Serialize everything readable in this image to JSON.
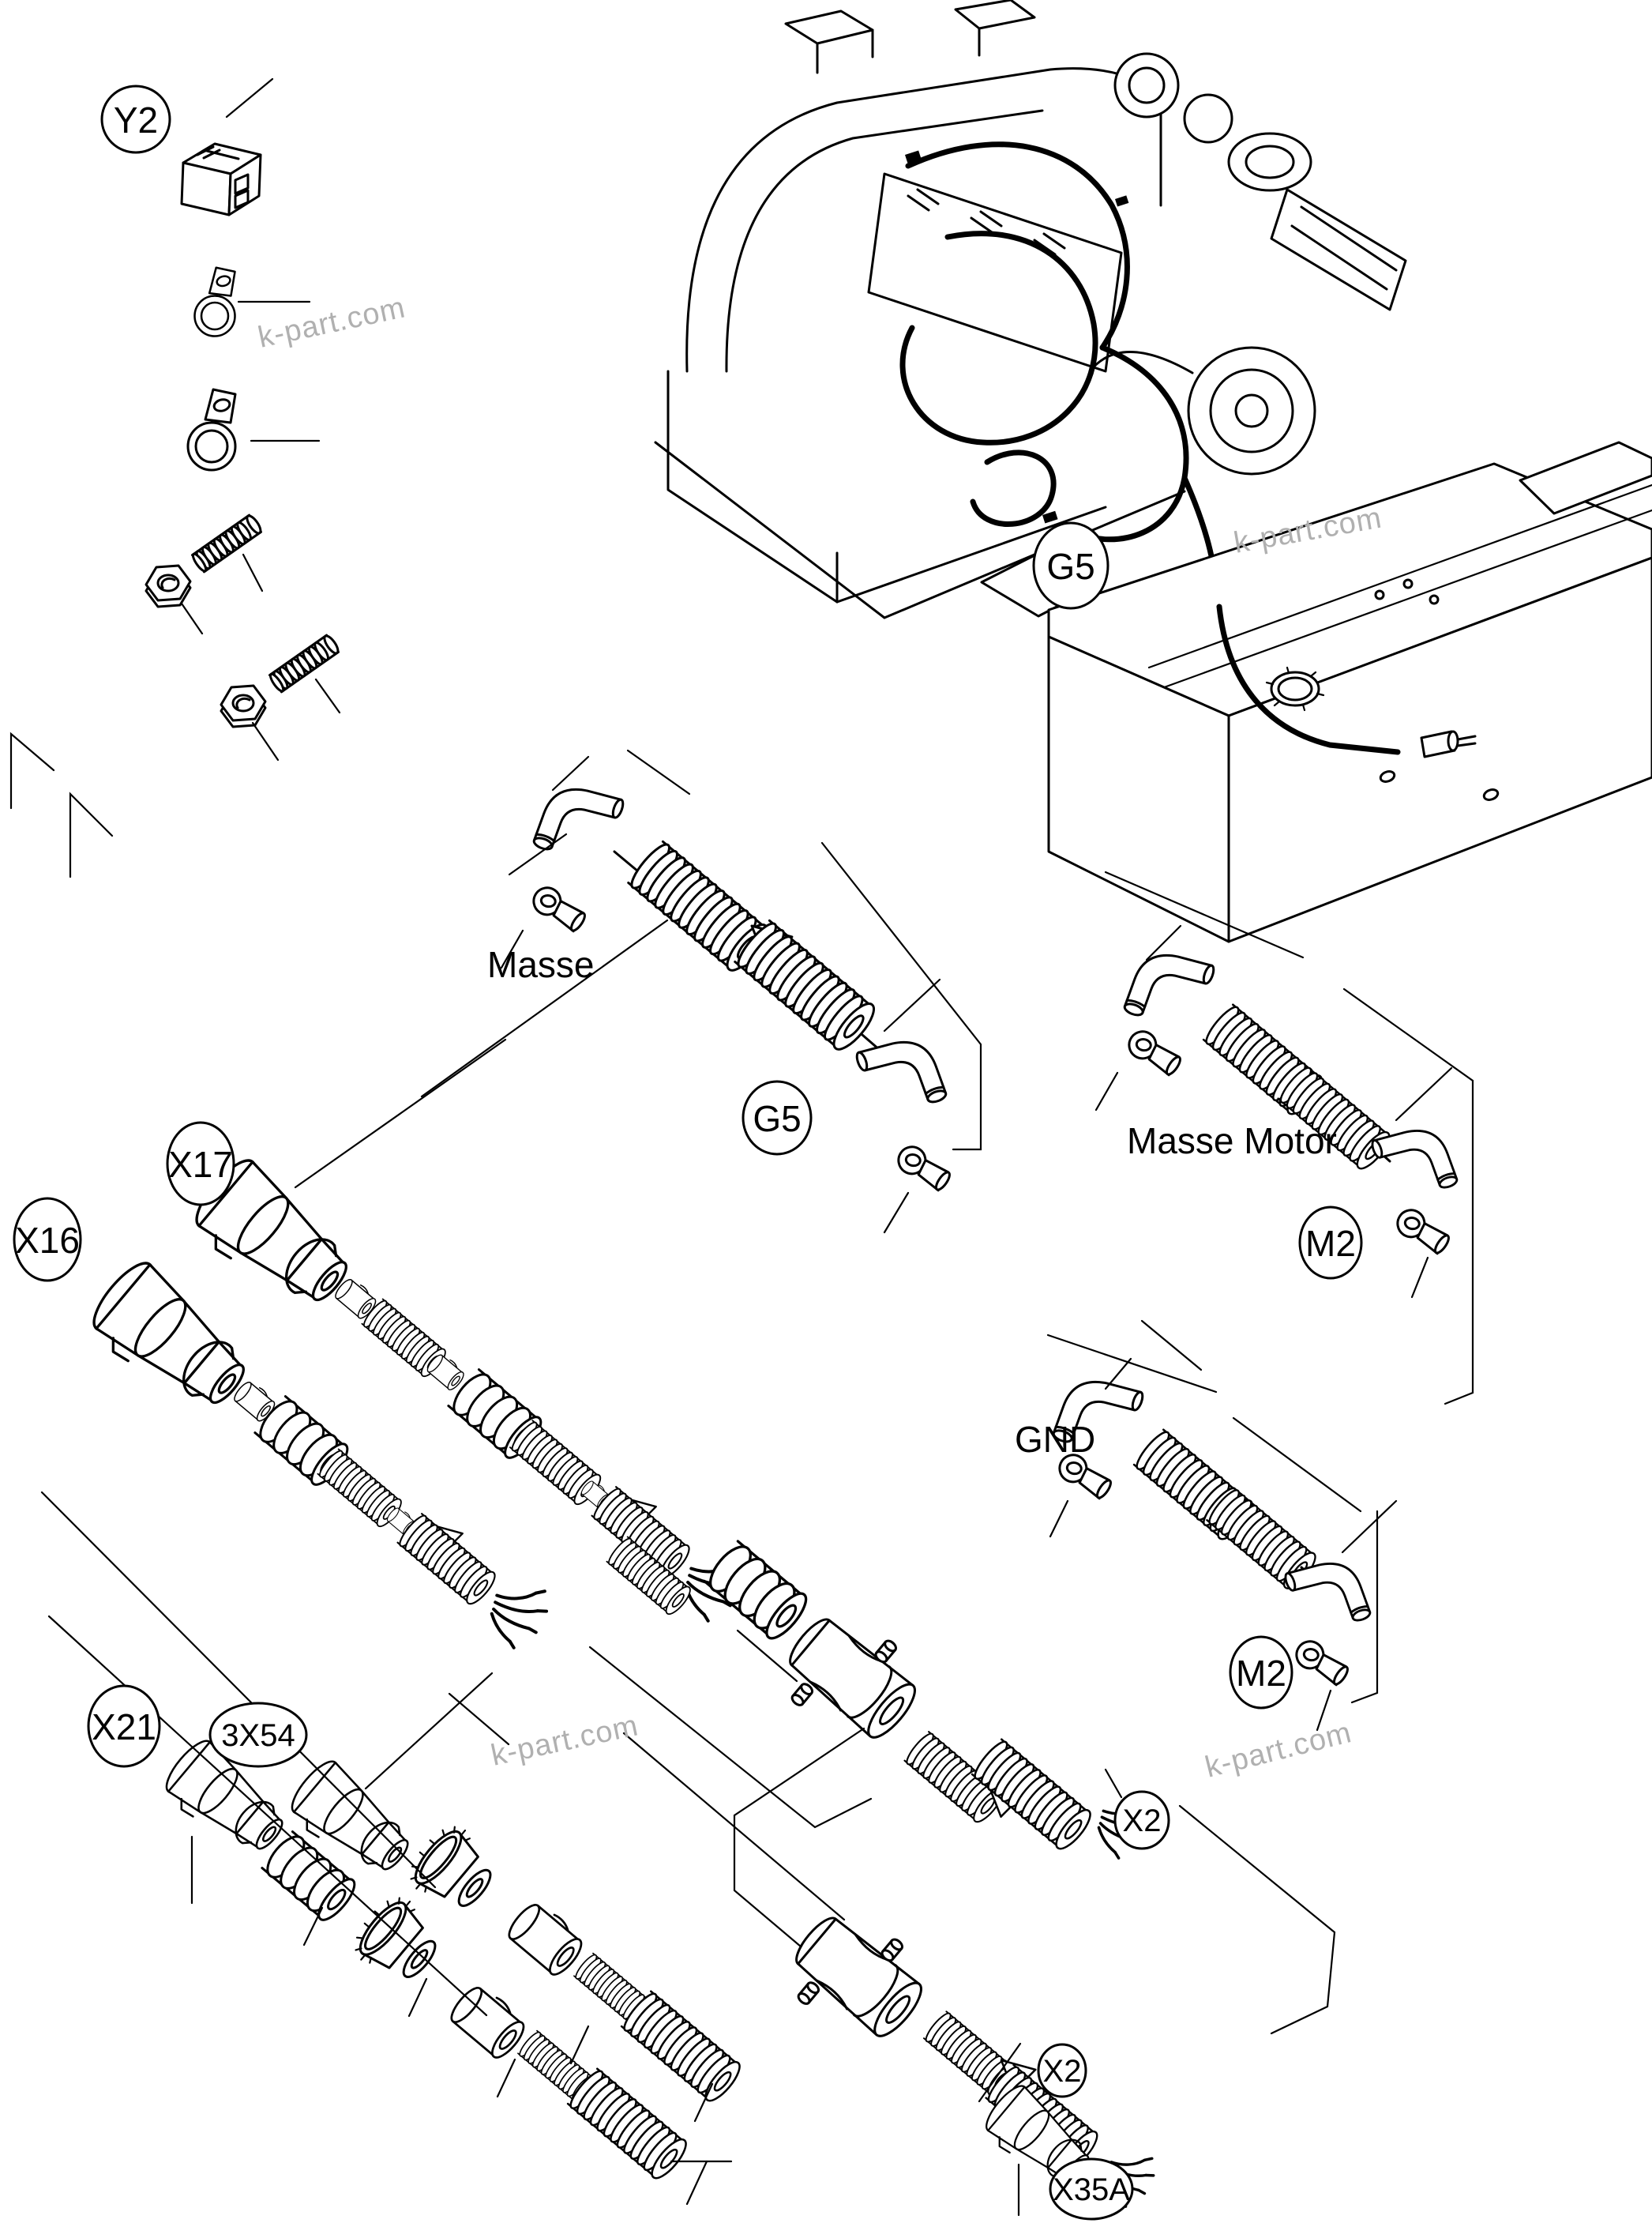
{
  "watermark": {
    "text": "k-part.com",
    "color": "#b0b0b0"
  },
  "annotations": {
    "masse": "Masse",
    "masse_motor": "Masse Motor",
    "gnd": "GND"
  },
  "callouts": {
    "y2": "Y2",
    "g5_engine": "G5",
    "g5_masse": "G5",
    "m2_masse_motor": "M2",
    "m2_gnd": "M2",
    "x16": "X16",
    "x17": "X17",
    "x21": "X21",
    "x3x54": "3X54",
    "x2_mid": "X2",
    "x2_bottom": "X2",
    "x35a": "X35A"
  }
}
